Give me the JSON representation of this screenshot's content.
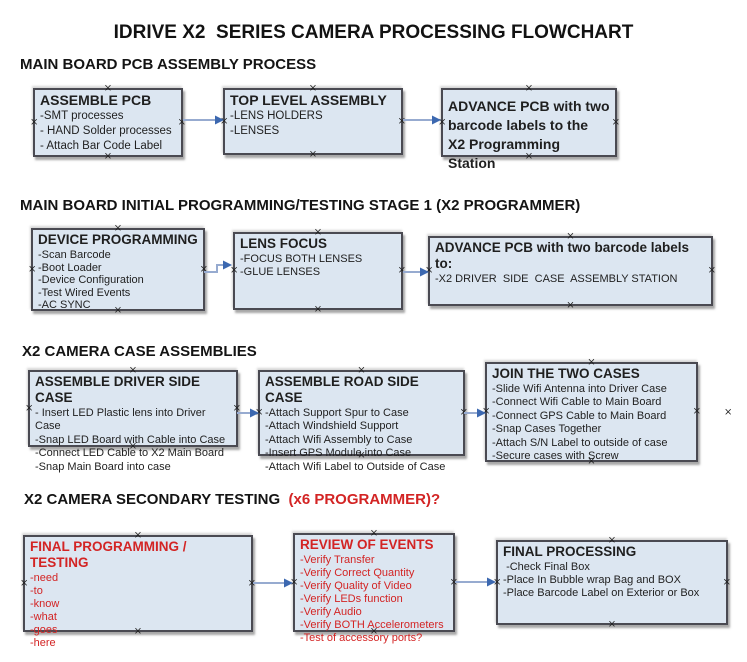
{
  "title": "IDRIVE X2  SERIES CAMERA PROCESSING FLOWCHART",
  "colors": {
    "box_fill": "#dce6f1",
    "box_border": "#4a4a52",
    "arrow_line": "#97abd0",
    "arrow_head": "#3c68b0",
    "red_text": "#d32424",
    "black_text": "#1f1f1f"
  },
  "icons": {
    "connector_handle": "×"
  },
  "sections": [
    {
      "heading": "MAIN BOARD PCB ASSEMBLY PROCESS",
      "boxes": [
        {
          "title": "ASSEMBLE PCB",
          "items": [
            "-SMT processes",
            "- HAND Solder processes",
            "- Attach Bar Code Label"
          ]
        },
        {
          "title": "TOP LEVEL ASSEMBLY",
          "items": [
            "-LENS HOLDERS",
            "-LENSES"
          ]
        },
        {
          "title": "ADVANCE PCB with two\nbarcode labels to the\n X2 Programming Station",
          "items": []
        }
      ]
    },
    {
      "heading": "MAIN BOARD INITIAL PROGRAMMING/TESTING STAGE 1 (X2 PROGRAMMER)",
      "boxes": [
        {
          "title": "DEVICE PROGRAMMING",
          "items": [
            "-Scan Barcode",
            "-Boot Loader",
            "-Device Configuration",
            "-Test Wired Events",
            "-AC SYNC"
          ]
        },
        {
          "title": "LENS FOCUS",
          "items": [
            "-FOCUS BOTH LENSES",
            "-GLUE LENSES"
          ]
        },
        {
          "title": "ADVANCE PCB with two barcode labels to:",
          "items": [
            "-X2 DRIVER  SIDE  CASE  ASSEMBLY STATION"
          ]
        }
      ]
    },
    {
      "heading": "X2 CAMERA CASE ASSEMBLIES",
      "boxes": [
        {
          "title": "ASSEMBLE DRIVER SIDE CASE",
          "items": [
            "- Insert LED Plastic lens into Driver Case",
            "-Snap LED Board with Cable into Case",
            "-Connect LED Cable to X2 Main Board",
            "-Snap Main Board into case"
          ]
        },
        {
          "title": "ASSEMBLE ROAD SIDE CASE",
          "items": [
            "-Attach Support Spur to Case",
            "-Attach Windshield Support",
            "-Attach Wifi Assembly to Case",
            "-Insert GPS Module into Case",
            "-Attach Wifi Label to Outside of Case"
          ]
        },
        {
          "title": "JOIN THE TWO CASES",
          "items": [
            "-Slide Wifi Antenna into Driver Case",
            "-Connect Wifi Cable to Main Board",
            "-Connect GPS Cable to Main Board",
            "-Snap Cases Together",
            "-Attach S/N Label to outside of case",
            "-Secure cases with Screw"
          ]
        }
      ]
    },
    {
      "heading": "X2 CAMERA SECONDARY TESTING ",
      "heading_red": " (x6 PROGRAMMER)?",
      "boxes": [
        {
          "title": "FINAL PROGRAMMING / TESTING",
          "items": [
            "-need",
            "-to",
            "-know",
            "-what",
            "-goes",
            "-here"
          ]
        },
        {
          "title": "REVIEW OF EVENTS",
          "items": [
            "-Verify Transfer",
            "-Verify Correct Quantity",
            "-Verify Quality of Video",
            "-Verify LEDs function",
            "-Verify Audio",
            "-Verify BOTH Accelerometers",
            "-Test of accessory ports?"
          ]
        },
        {
          "title": "FINAL PROCESSING",
          "items": [
            " -Check Final Box",
            "-Place In Bubble wrap Bag and BOX",
            "-Place Barcode Label on Exterior or Box"
          ]
        }
      ]
    }
  ]
}
